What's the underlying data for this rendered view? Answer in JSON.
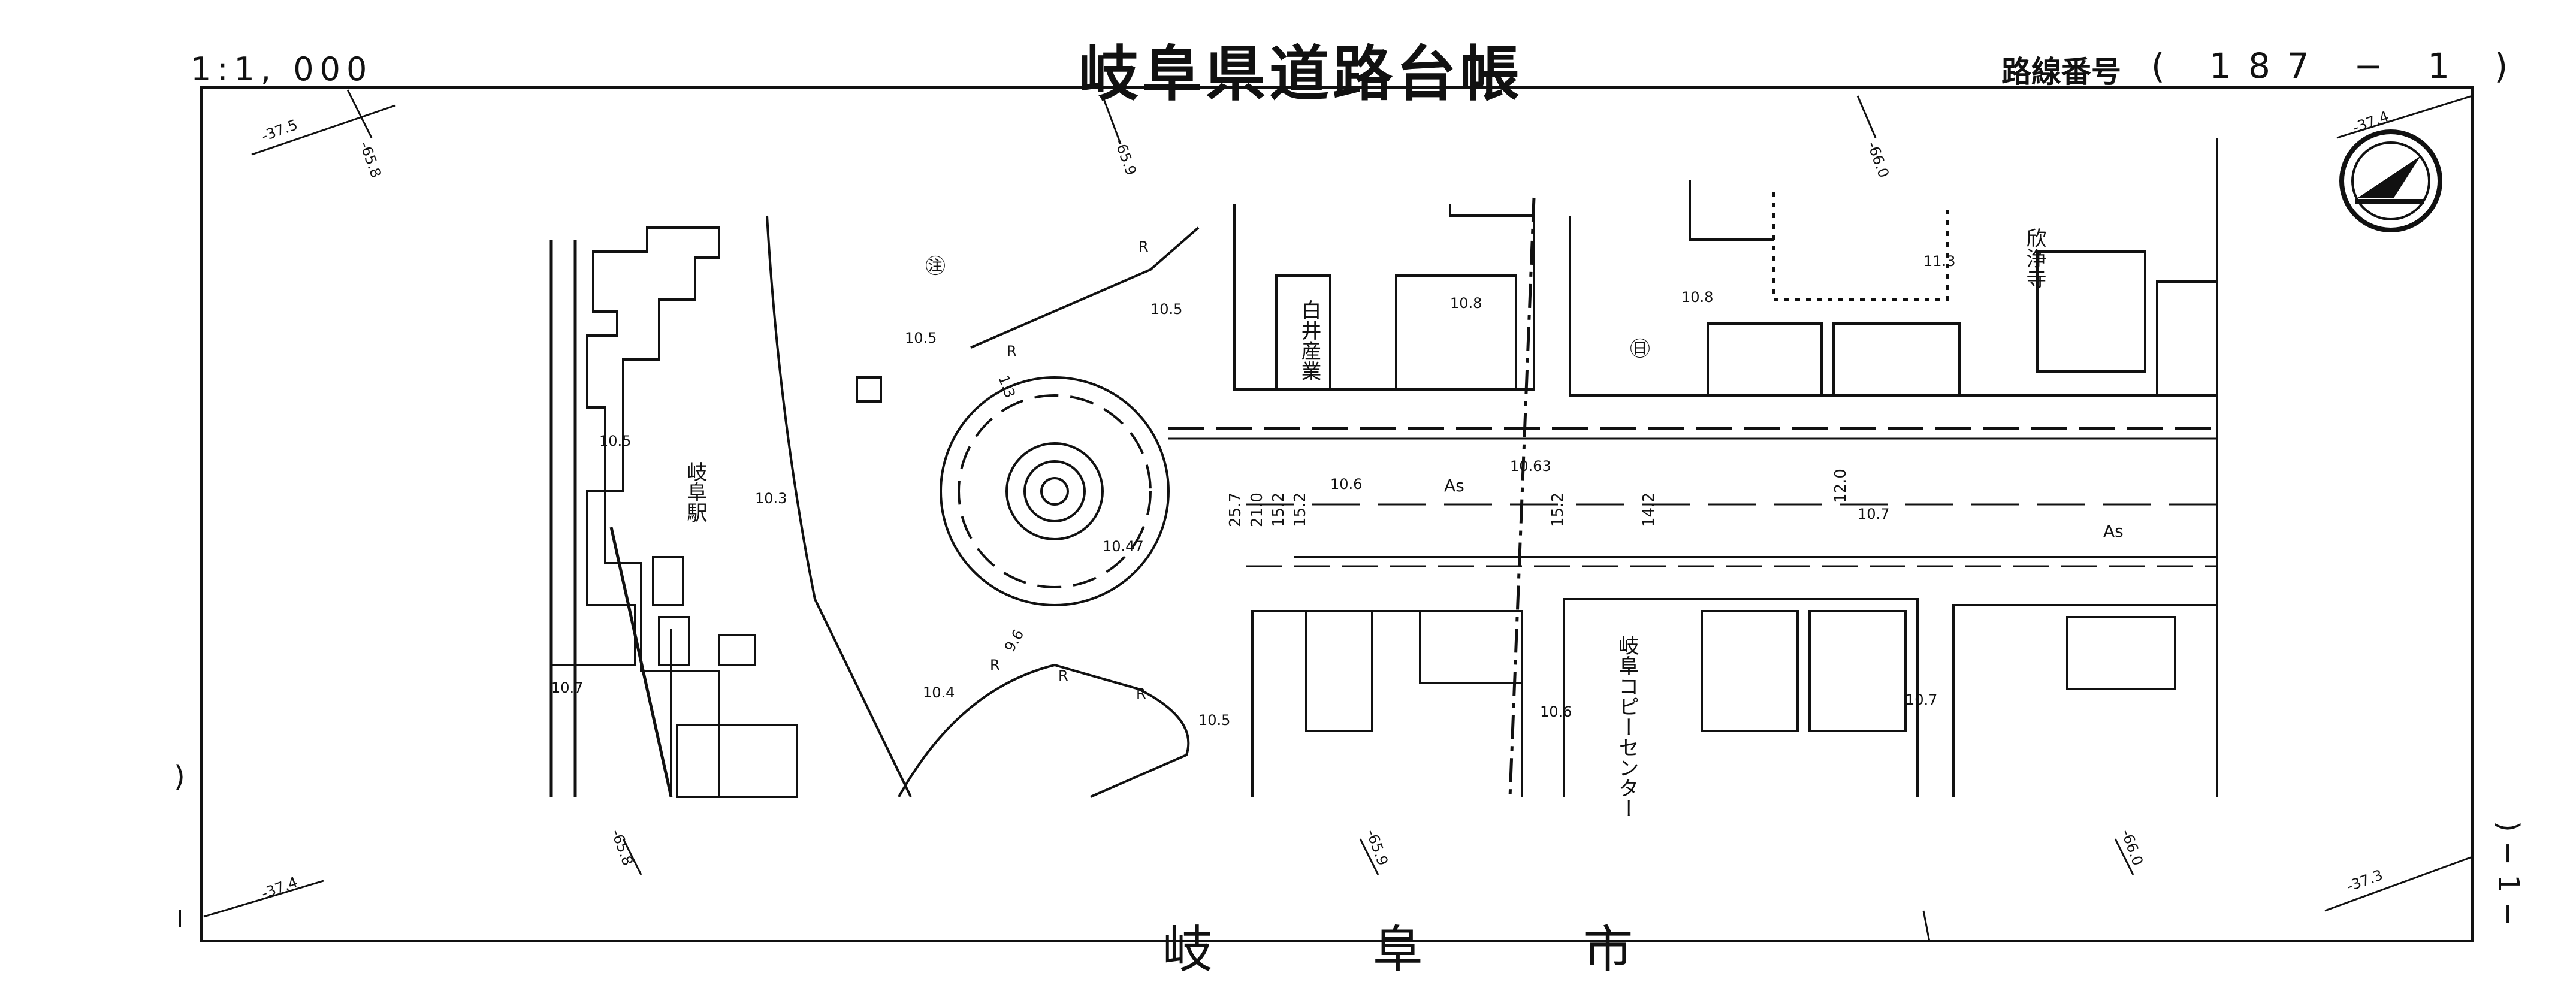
{
  "header": {
    "scale": "1:1, 000",
    "title": "岐阜県道路台帳",
    "route_label": "路線番号",
    "route_number": "( 187 − 1 )"
  },
  "footer": {
    "title": "岐 阜 市"
  },
  "side_marks": {
    "left": ")",
    "right": ") − 1 −"
  },
  "grid_labels": [
    "-37.5",
    "-65.8",
    "-65.9",
    "-66.0",
    "-37.4",
    "-65.8",
    "-65.9",
    "-66.0",
    "-37.4",
    "-37.3"
  ],
  "place_names": {
    "station": "岐阜駅",
    "company": "白井産業",
    "temple": "欣浄寺",
    "copy_center": "岐阜コピーセンター"
  },
  "road_widths": [
    "25.7",
    "21.0",
    "15.2",
    "15.2",
    "15.2",
    "14.2",
    "12.0"
  ],
  "surface_labels": [
    "As",
    "As"
  ],
  "elevations": [
    "10.5",
    "10.5",
    "10.8",
    "10.8",
    "11.3",
    "10.5",
    "10.3",
    "10.47",
    "10.6",
    "10.63",
    "10.7",
    "10.7",
    "10.4",
    "10.5",
    "10.6",
    "10.7",
    "9.6",
    "1.3"
  ],
  "symbols": {
    "police": "㊟",
    "prefecture": "㊐",
    "r_marks": [
      "R",
      "R",
      "R",
      "R",
      "R"
    ]
  },
  "colors": {
    "ink": "#111111",
    "paper": "#ffffff"
  }
}
